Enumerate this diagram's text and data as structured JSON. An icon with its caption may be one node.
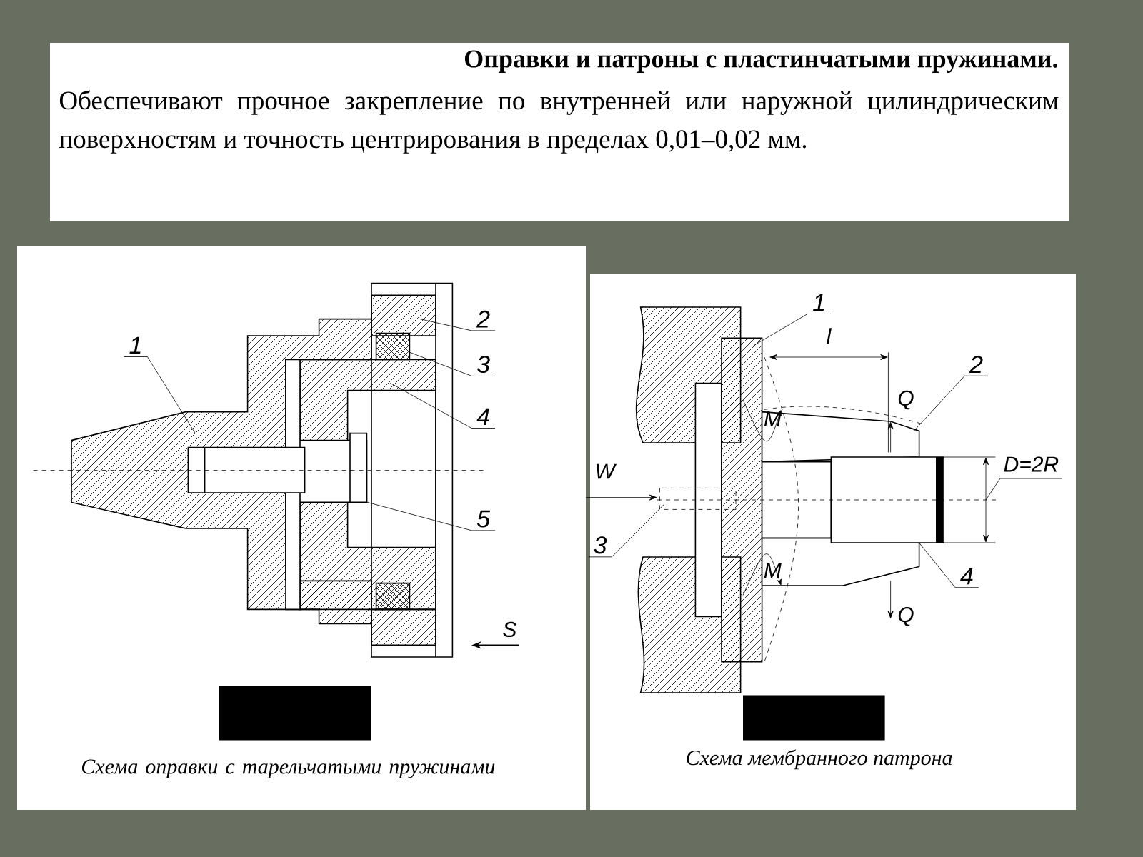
{
  "diagram": {
    "title": "Оправки и патроны с пластинчатыми пружинами.",
    "nodes": [
      {
        "text": [
          "1"
        ]
      },
      {
        "text": [
          "2"
        ]
      },
      {
        "text": [
          "3"
        ]
      },
      {
        "text": [
          "4"
        ]
      },
      {
        "text": [
          "5"
        ]
      },
      {
        "text": [
          "1"
        ]
      },
      {
        "text": [
          "2"
        ]
      },
      {
        "text": [
          "3"
        ]
      },
      {
        "text": [
          "4"
        ]
      },
      {
        "text": [],
        "shape": "picture"
      },
      {
        "text": [],
        "shape": "picture"
      }
    ],
    "edges": [
      {
        "from": 0,
        "to": 9,
        "arrow": "none"
      },
      {
        "from": 1,
        "to": 9,
        "arrow": "none"
      },
      {
        "from": 2,
        "to": 9,
        "arrow": "none"
      },
      {
        "from": 3,
        "to": 9,
        "arrow": "none"
      },
      {
        "from": 4,
        "to": 9,
        "arrow": "none"
      },
      {
        "from": 5,
        "to": 10,
        "arrow": "none"
      },
      {
        "from": 6,
        "to": 10,
        "arrow": "none"
      },
      {
        "from": 7,
        "to": 10,
        "arrow": "none"
      },
      {
        "from": 8,
        "to": 10,
        "arrow": "none"
      }
    ],
    "labels": [
      "Обеспечивают прочное закрепление по внутренней или наружной цилиндрическим поверхностям и точность центрирования в пределах 0,01–0,02 мм.",
      "S",
      "Схема оправки с тарельчатыми пружинами",
      "l",
      "Q",
      "M",
      "D=2R",
      "W",
      "M",
      "Q",
      "Схема мембранного патрона"
    ]
  }
}
